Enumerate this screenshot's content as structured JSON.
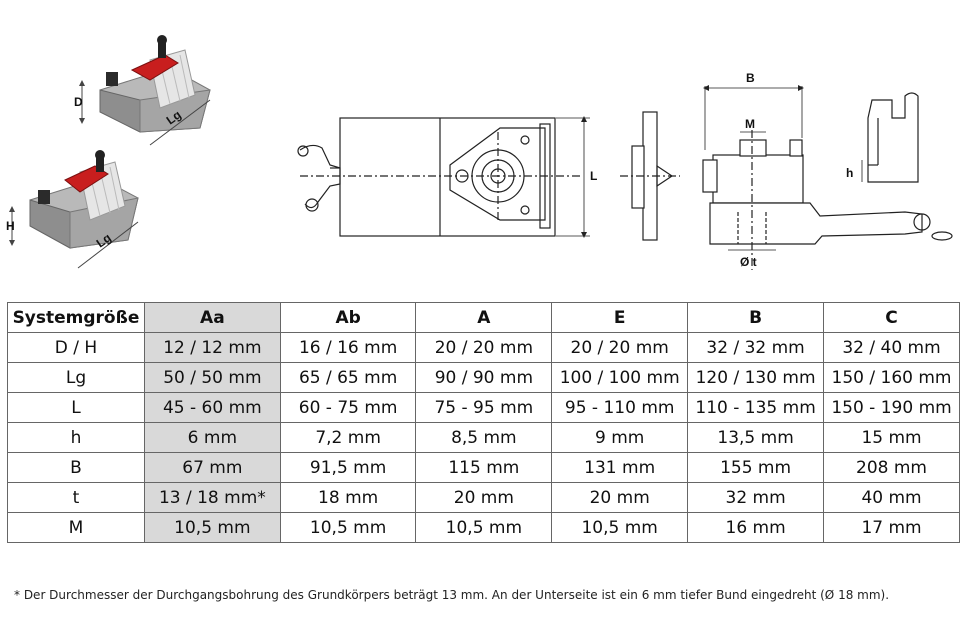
{
  "drawing": {
    "label_D": "D",
    "label_Lg_top": "Lg",
    "label_H": "H",
    "label_Lg_bottom": "Lg",
    "label_L": "L",
    "label_B": "B",
    "label_M": "M",
    "label_h": "h",
    "label_t": "Ø t"
  },
  "table": {
    "headers": [
      "Systemgröße",
      "Aa",
      "Ab",
      "A",
      "E",
      "B",
      "C"
    ],
    "rows": [
      [
        "D / H",
        "12 / 12 mm",
        "16 / 16 mm",
        "20 / 20 mm",
        "20 / 20 mm",
        "32 / 32 mm",
        "32 / 40 mm"
      ],
      [
        "Lg",
        "50 / 50 mm",
        "65 / 65 mm",
        "90 / 90 mm",
        "100 / 100 mm",
        "120 / 130 mm",
        "150 / 160 mm"
      ],
      [
        "L",
        "45 - 60 mm",
        "60 - 75 mm",
        "75 - 95 mm",
        "95 - 110 mm",
        "110 - 135 mm",
        "150 - 190 mm"
      ],
      [
        "h",
        "6 mm",
        "7,2 mm",
        "8,5 mm",
        "9 mm",
        "13,5 mm",
        "15 mm"
      ],
      [
        "B",
        "67 mm",
        "91,5 mm",
        "115 mm",
        "131 mm",
        "155 mm",
        "208 mm"
      ],
      [
        "t",
        "13 / 18 mm*",
        "18 mm",
        "20 mm",
        "20 mm",
        "32 mm",
        "40 mm"
      ],
      [
        "M",
        "10,5 mm",
        "10,5 mm",
        "10,5 mm",
        "10,5 mm",
        "16 mm",
        "17 mm"
      ]
    ]
  },
  "footnote": "* Der Durchmesser der Durchgangsbohrung des Grundkörpers beträgt 13 mm. An der Unterseite ist ein 6 mm tiefer Bund eingedreht (Ø 18 mm).",
  "colors": {
    "highlight": "#d9d9d9",
    "clamp_red": "#c81e1e",
    "body_grey": "#a9a9a9"
  }
}
